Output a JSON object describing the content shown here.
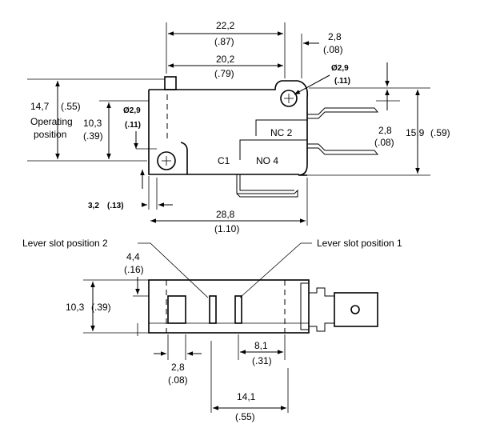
{
  "top_view": {
    "overall_width": {
      "mm": "22,2",
      "in": "(.87)"
    },
    "hole_spacing": {
      "mm": "20,2",
      "in": "(.79)"
    },
    "terminal_thickness": {
      "mm": "2,8",
      "in": "(.08)"
    },
    "hole_dia_right": {
      "mm": "Ø2,9",
      "in": "(.11)"
    },
    "operating_position": {
      "mm": "14,7",
      "in": "(.55)",
      "label1": "Operating",
      "label2": "position"
    },
    "height_inner": {
      "mm": "10,3",
      "in": "(.39)"
    },
    "hole_dia_left": {
      "mm": "Ø2,9",
      "in": "(.11)"
    },
    "terminal_pitch": {
      "mm": "2,8",
      "in": "(.08)"
    },
    "overall_height": {
      "mm": "15,9",
      "in": "(.59)"
    },
    "terminal_nc": "NC 2",
    "terminal_no": "NO 4",
    "terminal_c": "C1",
    "lever_offset": {
      "mm": "3,2",
      "in": "(.13)"
    },
    "overall_length": {
      "mm": "28,8",
      "in": "(1.10)"
    }
  },
  "bottom_view": {
    "lever_slot_2": "Lever slot position 2",
    "lever_slot_1": "Lever slot position 1",
    "slot_depth": {
      "mm": "4,4",
      "in": "(.16)"
    },
    "body_thickness": {
      "mm": "10,3",
      "in": "(.39)"
    },
    "left_slot_offset": {
      "mm": "2,8",
      "in": "(.08)"
    },
    "slot1_offset": {
      "mm": "8,1",
      "in": "(.31)"
    },
    "slot_to_terminal": {
      "mm": "14,1",
      "in": "(.55)"
    }
  }
}
